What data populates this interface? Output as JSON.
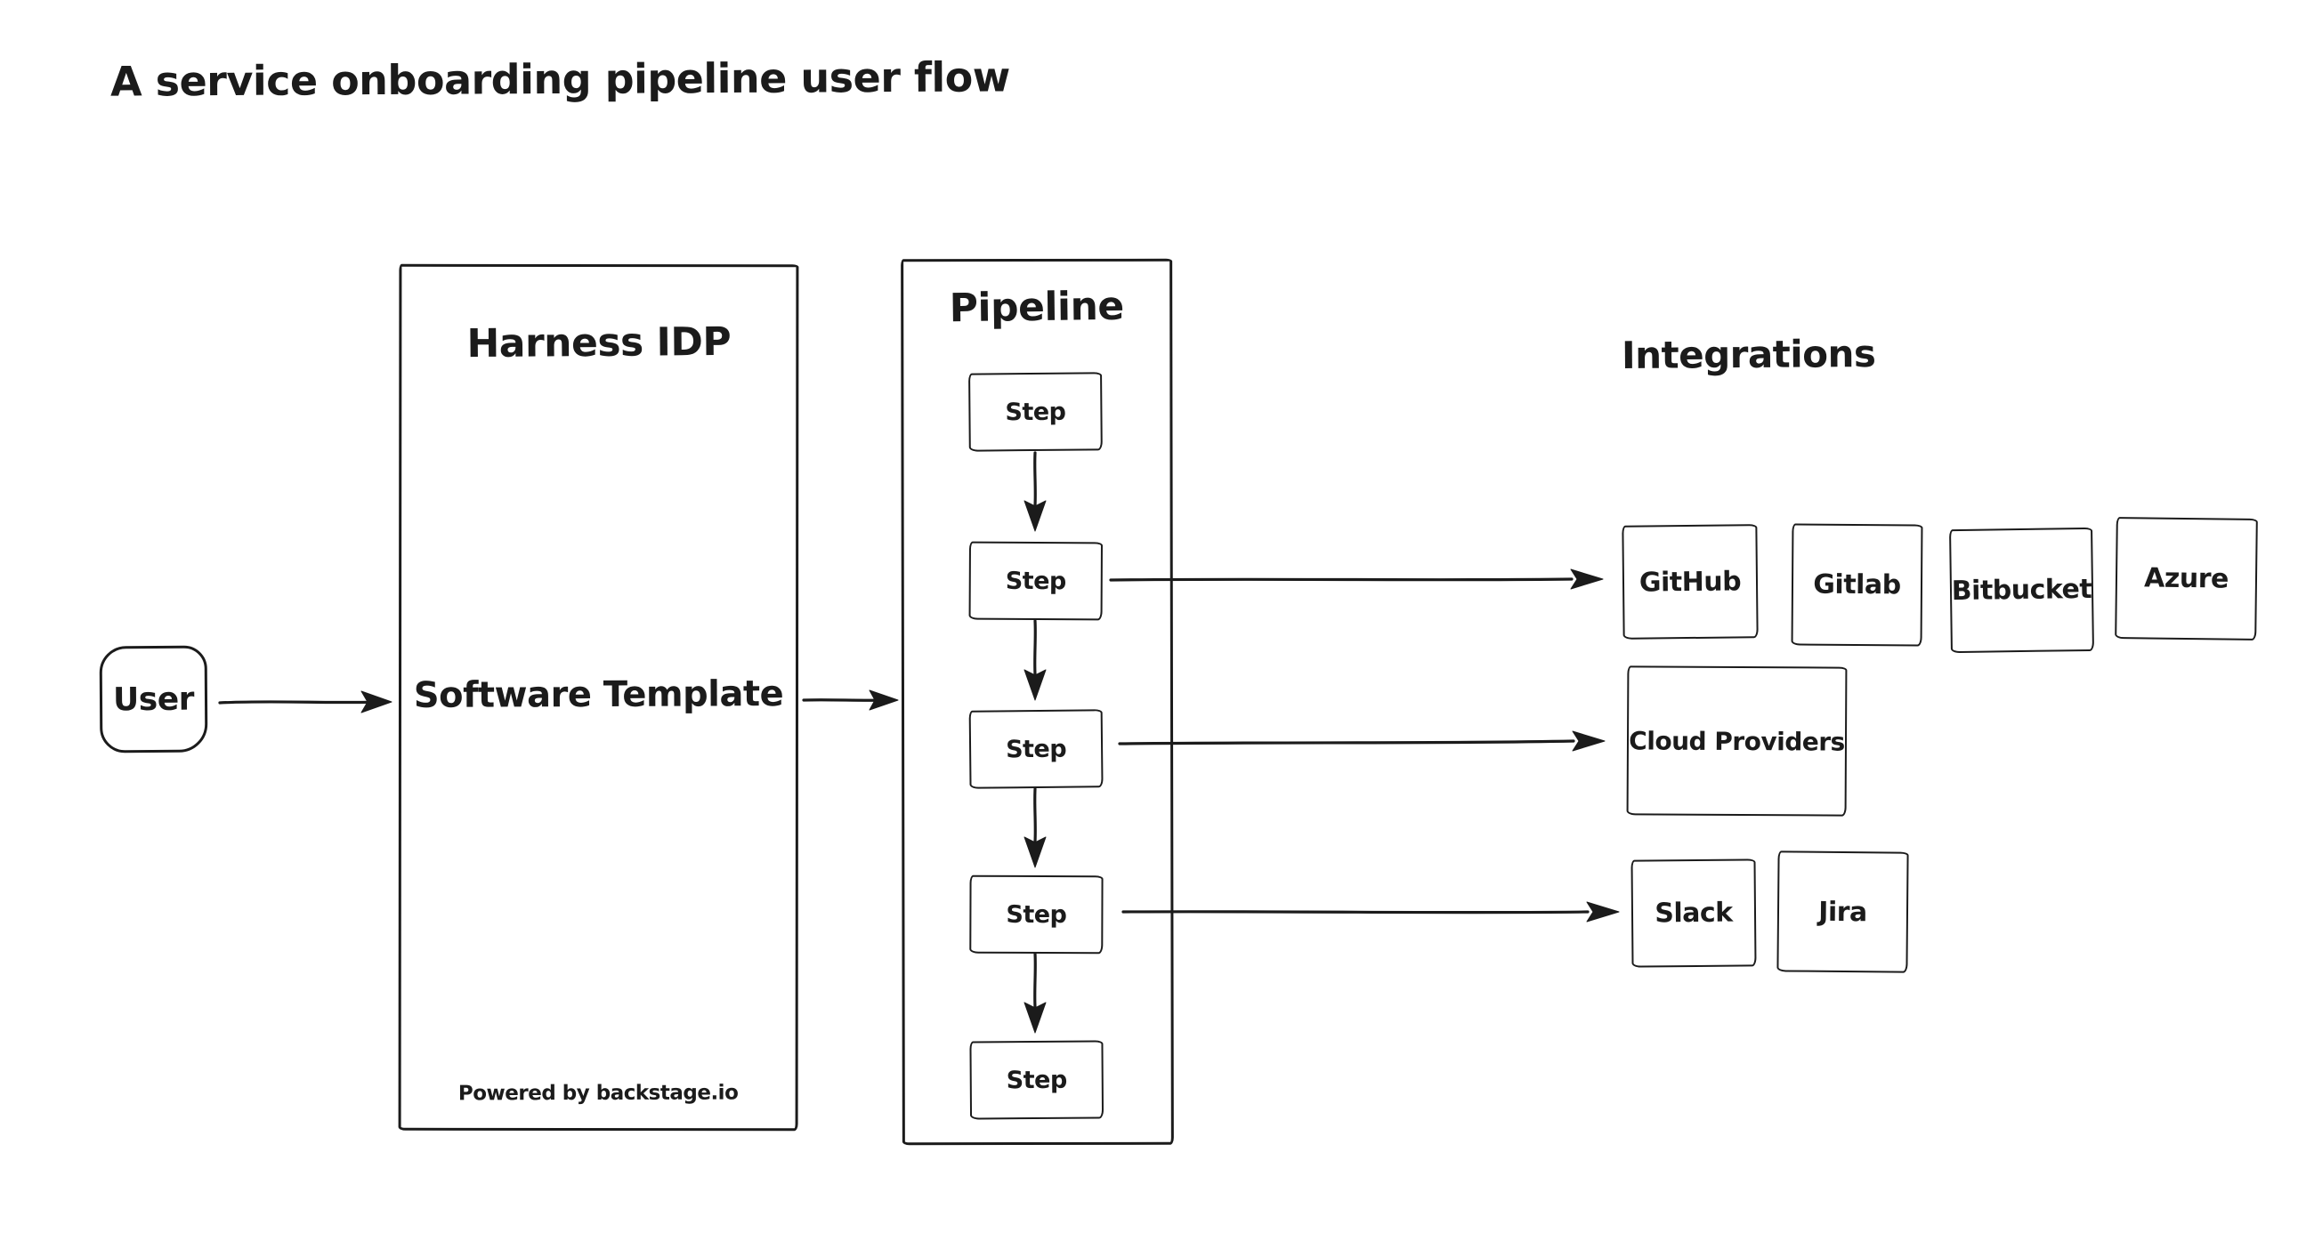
{
  "title": "A service onboarding pipeline user flow",
  "colors": {
    "ink": "#1b1b1b",
    "canvas": "#ffffff"
  },
  "user": {
    "label": "User"
  },
  "harness": {
    "title": "Harness IDP",
    "template_label": "Software Template",
    "footer": "Powered by backstage.io"
  },
  "pipeline": {
    "title": "Pipeline",
    "steps": [
      "Step",
      "Step",
      "Step",
      "Step",
      "Step"
    ]
  },
  "integrations": {
    "title": "Integrations",
    "source_control": [
      "GitHub",
      "Gitlab",
      "Bitbucket",
      "Azure"
    ],
    "cloud": [
      "Cloud Providers"
    ],
    "collaboration": [
      "Slack",
      "Jira"
    ]
  }
}
